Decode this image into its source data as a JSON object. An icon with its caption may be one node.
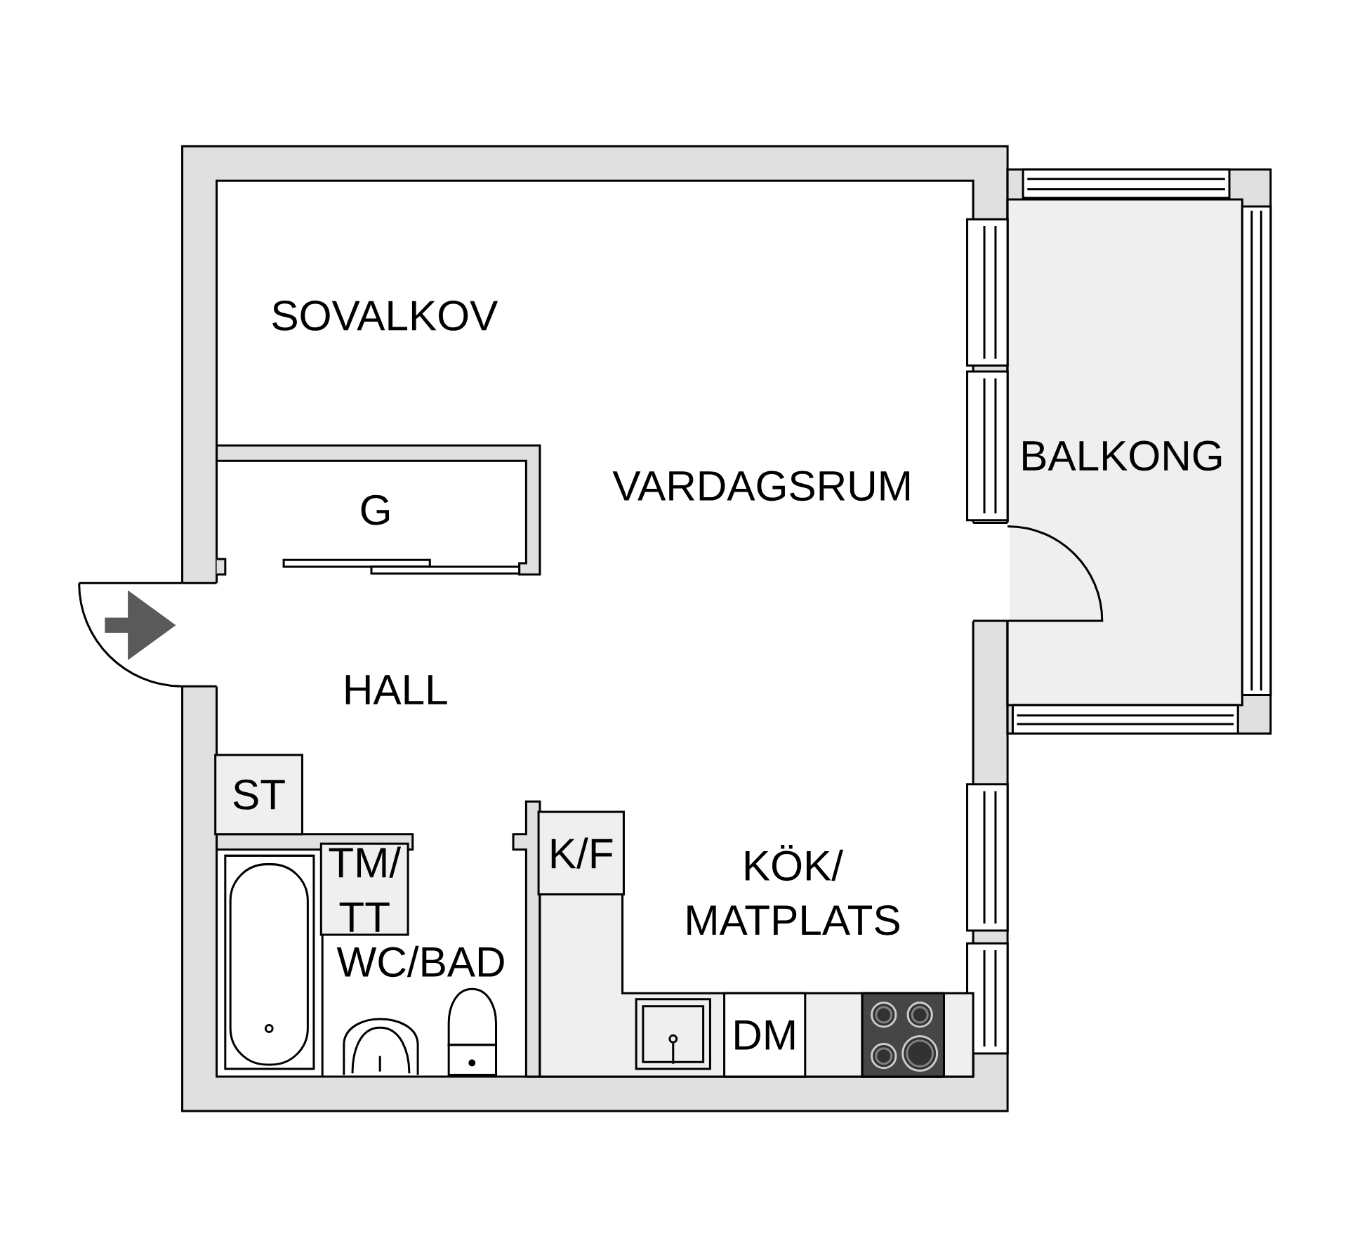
{
  "diagram": {
    "nodes": [
      {
        "text": [
          "ST"
        ]
      },
      {
        "text": [
          "TM/ TT"
        ]
      },
      {
        "text": [
          "K/F"
        ]
      },
      {
        "text": [
          "DM"
        ]
      }
    ],
    "labels": [
      "SOVALKOV",
      "G",
      "VARDAGSRUM",
      "BALKONG",
      "HALL",
      "WC/BAD",
      "KÖK/ MATPLATS"
    ]
  }
}
